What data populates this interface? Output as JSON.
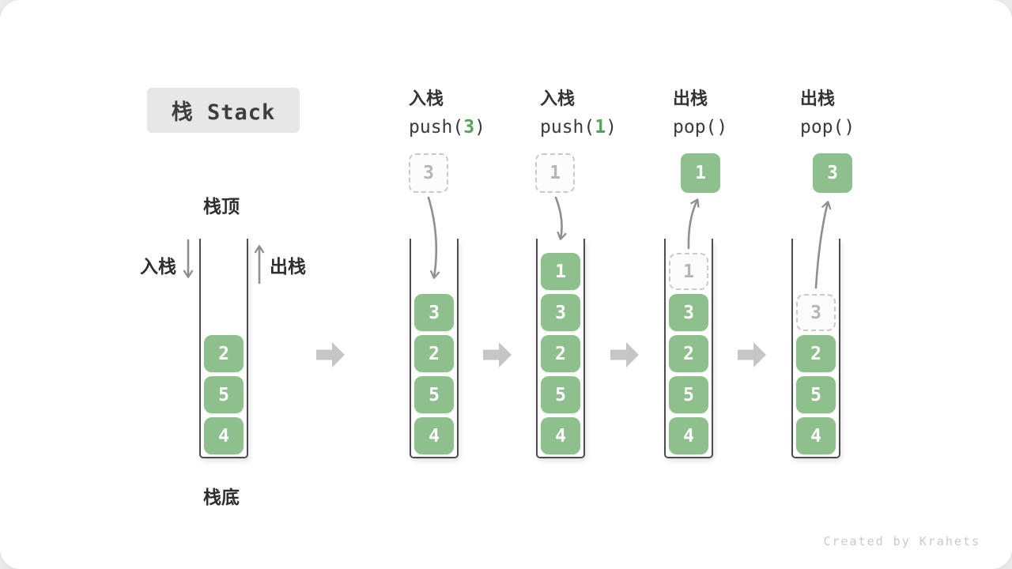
{
  "title": "栈 Stack",
  "stack_labels": {
    "top": "栈顶",
    "bottom": "栈底",
    "push_side": "入栈",
    "pop_side": "出栈"
  },
  "operations": [
    {
      "name": "入栈",
      "code": {
        "pre": "push(",
        "arg": "3",
        "post": ")"
      },
      "floating": {
        "value": "3",
        "style": "dashed"
      }
    },
    {
      "name": "入栈",
      "code": {
        "pre": "push(",
        "arg": "1",
        "post": ")"
      },
      "floating": {
        "value": "1",
        "style": "dashed"
      }
    },
    {
      "name": "出栈",
      "code": {
        "pre": "pop(",
        "arg": "",
        "post": ")"
      },
      "floating": {
        "value": "1",
        "style": "solid"
      }
    },
    {
      "name": "出栈",
      "code": {
        "pre": "pop(",
        "arg": "",
        "post": ")"
      },
      "floating": {
        "value": "3",
        "style": "solid"
      }
    }
  ],
  "stacks": [
    {
      "items": [
        {
          "value": "2",
          "style": "solid"
        },
        {
          "value": "5",
          "style": "solid"
        },
        {
          "value": "4",
          "style": "solid"
        }
      ]
    },
    {
      "items": [
        {
          "value": "3",
          "style": "solid"
        },
        {
          "value": "2",
          "style": "solid"
        },
        {
          "value": "5",
          "style": "solid"
        },
        {
          "value": "4",
          "style": "solid"
        }
      ]
    },
    {
      "items": [
        {
          "value": "1",
          "style": "solid"
        },
        {
          "value": "3",
          "style": "solid"
        },
        {
          "value": "2",
          "style": "solid"
        },
        {
          "value": "5",
          "style": "solid"
        },
        {
          "value": "4",
          "style": "solid"
        }
      ]
    },
    {
      "items": [
        {
          "value": "1",
          "style": "dashed"
        },
        {
          "value": "3",
          "style": "solid"
        },
        {
          "value": "2",
          "style": "solid"
        },
        {
          "value": "5",
          "style": "solid"
        },
        {
          "value": "4",
          "style": "solid"
        }
      ]
    },
    {
      "items": [
        {
          "value": "3",
          "style": "dashed"
        },
        {
          "value": "2",
          "style": "solid"
        },
        {
          "value": "5",
          "style": "solid"
        },
        {
          "value": "4",
          "style": "solid"
        }
      ]
    }
  ],
  "watermark": "Created by Krahets",
  "colors": {
    "item_green": "#8dc08c",
    "code_arg_green": "#55a355",
    "thin_arrow_gray": "#8f8f8f",
    "block_arrow_gray": "#c6c6c6",
    "dashed_border_gray": "#c9c9c9",
    "title_box_bg": "#e7e7e7",
    "label_dark": "#2e2e2e",
    "watermark_gray": "#c9c9c9"
  }
}
